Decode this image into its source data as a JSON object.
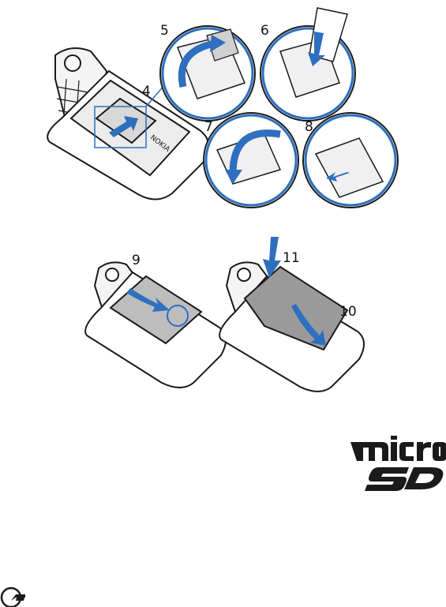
{
  "steps": {
    "s4": "4",
    "s5": "5",
    "s6": "6",
    "s7": "7",
    "s8": "8",
    "s9": "9",
    "s10": "10",
    "s11": "11"
  },
  "brand": {
    "device_text": "NOKIA",
    "logo_text": "micro SD"
  },
  "colors": {
    "arrow": "#2e6fbf",
    "line": "#1a1a1a",
    "shade": "#9a9a9a",
    "inset_ring": "#2e6fbf"
  },
  "icons": {
    "important": "important-icon",
    "logo": "microsd-logo"
  }
}
